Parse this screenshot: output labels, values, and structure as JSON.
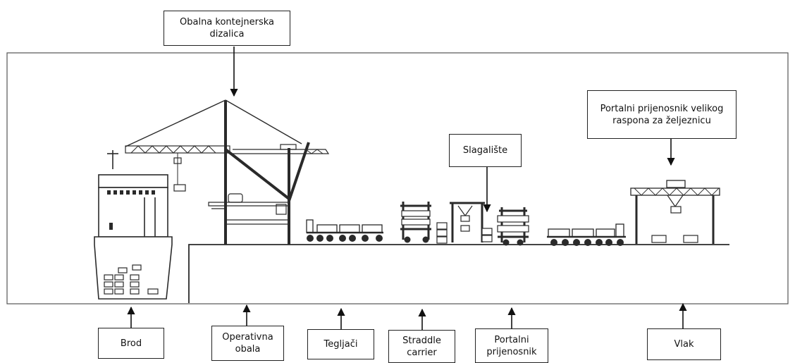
{
  "labels": {
    "crane": "Obalna kontejnerska\ndizalica",
    "rail_gantry": "Portalni prijenosnik velikog\nraspona za željeznicu",
    "stack": "Slagalište",
    "ship": "Brod",
    "quay": "Operativna\nobala",
    "tugs": "Tegljači",
    "straddle": "Straddle\ncarrier",
    "gantry": "Portalni\nprijenosnik",
    "train": "Vlak"
  },
  "colors": {
    "line": "#2a2a2a",
    "frame": "#555555",
    "background": "#ffffff"
  }
}
